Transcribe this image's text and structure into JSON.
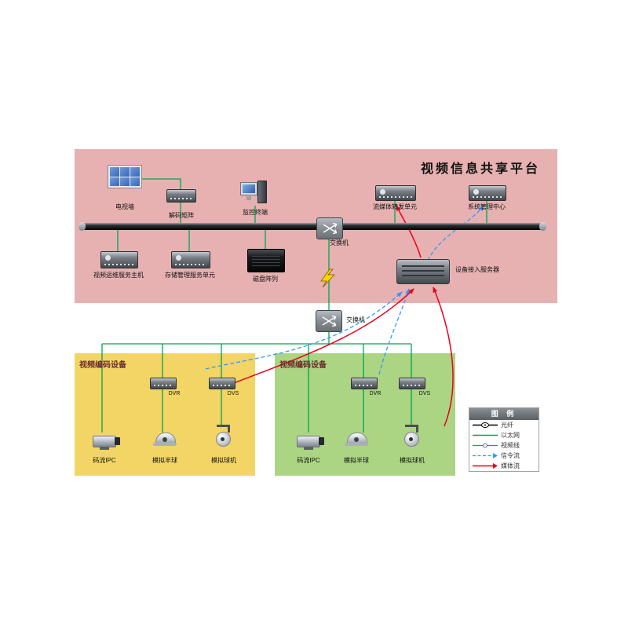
{
  "title": "视频信息共享平台",
  "regions": {
    "platform": "视频信息共享平台",
    "encoding": "视频编码设备"
  },
  "devices": {
    "tv_wall": "电视墙",
    "decoder_matrix": "解码矩阵",
    "monitor_terminal": "监控终端",
    "stream_forward_unit": "流媒体转发单元",
    "system_mgmt_center": "系统管理中心",
    "switch": "交换机",
    "video_ops_host": "视频运维服务主机",
    "storage_mgmt_unit": "存储管理服务单元",
    "disk_array": "磁盘阵列",
    "device_access_server": "设备接入服务器",
    "dvr": "DVR",
    "dvs": "DVS",
    "stream_ipc": "码流IPC",
    "analog_dome": "模拟半球",
    "analog_ptz": "模拟球机"
  },
  "legend": {
    "title": "图 例",
    "items": [
      {
        "label": "光纤"
      },
      {
        "label": "以太网"
      },
      {
        "label": "视频线"
      },
      {
        "label": "信令流"
      },
      {
        "label": "媒体流"
      }
    ]
  },
  "colors": {
    "platform_bg": "#e7b1b1",
    "encoding_left_bg": "#f2d564",
    "encoding_right_bg": "#abd483",
    "ethernet_line": "#00a651",
    "signaling_line": "#2e9bff",
    "media_line": "#e8001c",
    "fiber_line": "#000000",
    "video_line": "#3a7bd5"
  }
}
